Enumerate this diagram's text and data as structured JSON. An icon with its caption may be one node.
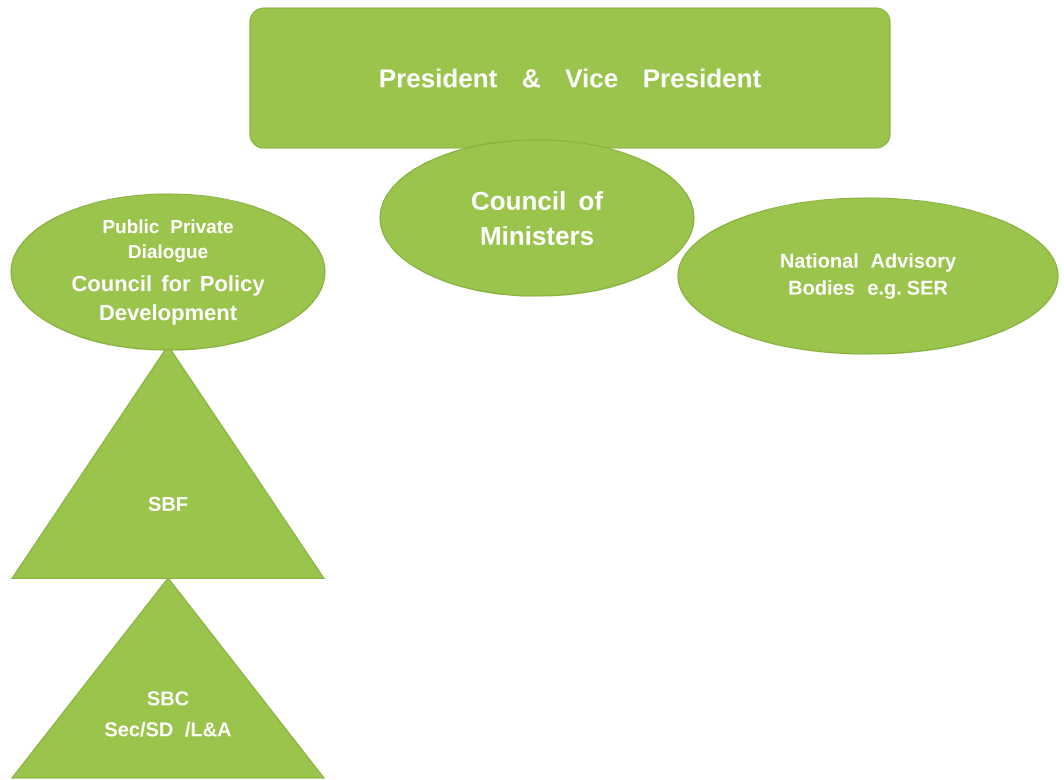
{
  "diagram": {
    "nodes": [
      {
        "text": [
          "President & Vice President"
        ]
      },
      {
        "text": [
          "Council of Ministers"
        ]
      },
      {
        "text": [
          "Public Private Dialogue",
          "Council for Policy Development"
        ]
      },
      {
        "text": [
          "National Advisory Bodies e.g. SER"
        ]
      },
      {
        "text": [
          "SBF"
        ]
      },
      {
        "text": [
          "SBC",
          "Sec/SD /L&A"
        ]
      }
    ]
  }
}
